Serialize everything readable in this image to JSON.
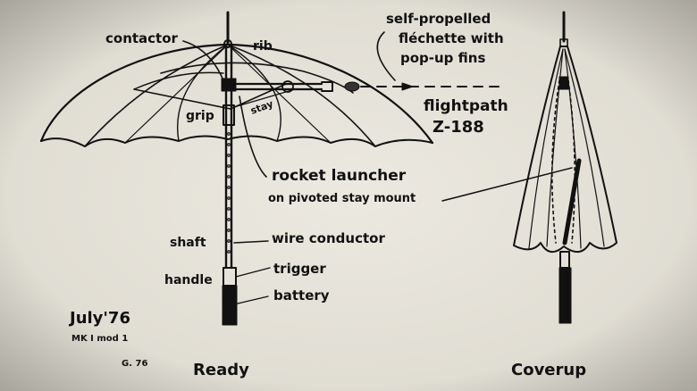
{
  "labels": {
    "contactor": "contactor",
    "rib": "rib",
    "projectile_line1": "self-propelled",
    "projectile_line2": "fléchette with",
    "projectile_line3": "pop-up fins",
    "flightpath_line1": "flightpath",
    "flightpath_line2": "Z-188",
    "grip": "grip",
    "stay": "stay",
    "launcher_line1": "rocket launcher",
    "launcher_line2": "on pivoted stay mount",
    "shaft": "shaft",
    "wire": "wire conductor",
    "handle": "handle",
    "trigger": "trigger",
    "battery": "battery",
    "date": "July'76",
    "model": "MK I mod 1",
    "initials": "G. 76",
    "ready": "Ready",
    "coverup": "Coverup"
  },
  "colors": {
    "paper": "#e6e2d8",
    "ink": "#111111"
  }
}
